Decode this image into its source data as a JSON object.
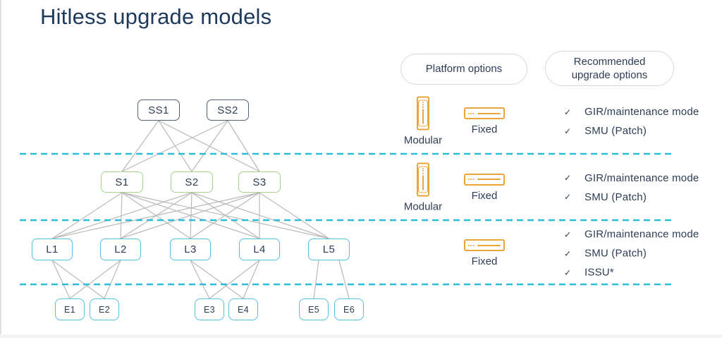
{
  "title": "Hitless upgrade models",
  "colors": {
    "navy_dark": "#1d3a5c",
    "navy_text": "#2c3d55",
    "link_gray": "#b9b9b9",
    "separator_cyan": "#2fbcd8",
    "ss_border": "#525e74",
    "spine_green": "#a7d28c",
    "leaf_cyan": "#55c1dd",
    "orange": "#e9a43c"
  },
  "diagram": {
    "nodes": [
      {
        "id": "SS1",
        "label": "SS1",
        "tier": "superspine"
      },
      {
        "id": "SS2",
        "label": "SS2",
        "tier": "superspine"
      },
      {
        "id": "S1",
        "label": "S1",
        "tier": "spine"
      },
      {
        "id": "S2",
        "label": "S2",
        "tier": "spine"
      },
      {
        "id": "S3",
        "label": "S3",
        "tier": "spine"
      },
      {
        "id": "L1",
        "label": "L1",
        "tier": "leaf"
      },
      {
        "id": "L2",
        "label": "L2",
        "tier": "leaf"
      },
      {
        "id": "L3",
        "label": "L3",
        "tier": "leaf"
      },
      {
        "id": "L4",
        "label": "L4",
        "tier": "leaf"
      },
      {
        "id": "L5",
        "label": "L5",
        "tier": "leaf"
      },
      {
        "id": "E1",
        "label": "E1",
        "tier": "endpoint"
      },
      {
        "id": "E2",
        "label": "E2",
        "tier": "endpoint"
      },
      {
        "id": "E3",
        "label": "E3",
        "tier": "endpoint"
      },
      {
        "id": "E4",
        "label": "E4",
        "tier": "endpoint"
      },
      {
        "id": "E5",
        "label": "E5",
        "tier": "endpoint"
      },
      {
        "id": "E6",
        "label": "E6",
        "tier": "endpoint"
      }
    ],
    "edges": [
      [
        "SS1",
        "S1"
      ],
      [
        "SS1",
        "S2"
      ],
      [
        "SS1",
        "S3"
      ],
      [
        "SS2",
        "S1"
      ],
      [
        "SS2",
        "S2"
      ],
      [
        "SS2",
        "S3"
      ],
      [
        "S1",
        "L1"
      ],
      [
        "S1",
        "L2"
      ],
      [
        "S1",
        "L3"
      ],
      [
        "S1",
        "L4"
      ],
      [
        "S1",
        "L5"
      ],
      [
        "S2",
        "L1"
      ],
      [
        "S2",
        "L2"
      ],
      [
        "S2",
        "L3"
      ],
      [
        "S2",
        "L4"
      ],
      [
        "S2",
        "L5"
      ],
      [
        "S3",
        "L1"
      ],
      [
        "S3",
        "L2"
      ],
      [
        "S3",
        "L3"
      ],
      [
        "S3",
        "L4"
      ],
      [
        "S3",
        "L5"
      ],
      [
        "L1",
        "E1"
      ],
      [
        "L1",
        "E2"
      ],
      [
        "L2",
        "E1"
      ],
      [
        "L2",
        "E2"
      ],
      [
        "L3",
        "E3"
      ],
      [
        "L3",
        "E4"
      ],
      [
        "L4",
        "E3"
      ],
      [
        "L4",
        "E4"
      ],
      [
        "L5",
        "E5"
      ],
      [
        "L5",
        "E6"
      ]
    ],
    "tier_separators": 3
  },
  "panel": {
    "headers": [
      {
        "lines": [
          "Platform options"
        ]
      },
      {
        "lines": [
          "Recommended",
          "upgrade options"
        ]
      }
    ],
    "platform_labels": {
      "modular": "Modular",
      "fixed": "Fixed"
    },
    "platform_icons": {
      "modular": "modular-chassis-switch-icon",
      "fixed": "fixed-switch-icon"
    },
    "check_glyph": "✓",
    "rows": [
      {
        "platforms": [
          "modular",
          "fixed"
        ],
        "options": [
          "GIR/maintenance mode",
          "SMU (Patch)"
        ]
      },
      {
        "platforms": [
          "modular",
          "fixed"
        ],
        "options": [
          "GIR/maintenance mode",
          "SMU (Patch)"
        ]
      },
      {
        "platforms": [
          "fixed"
        ],
        "options": [
          "GIR/maintenance mode",
          "SMU (Patch)",
          "ISSU*"
        ]
      }
    ]
  }
}
